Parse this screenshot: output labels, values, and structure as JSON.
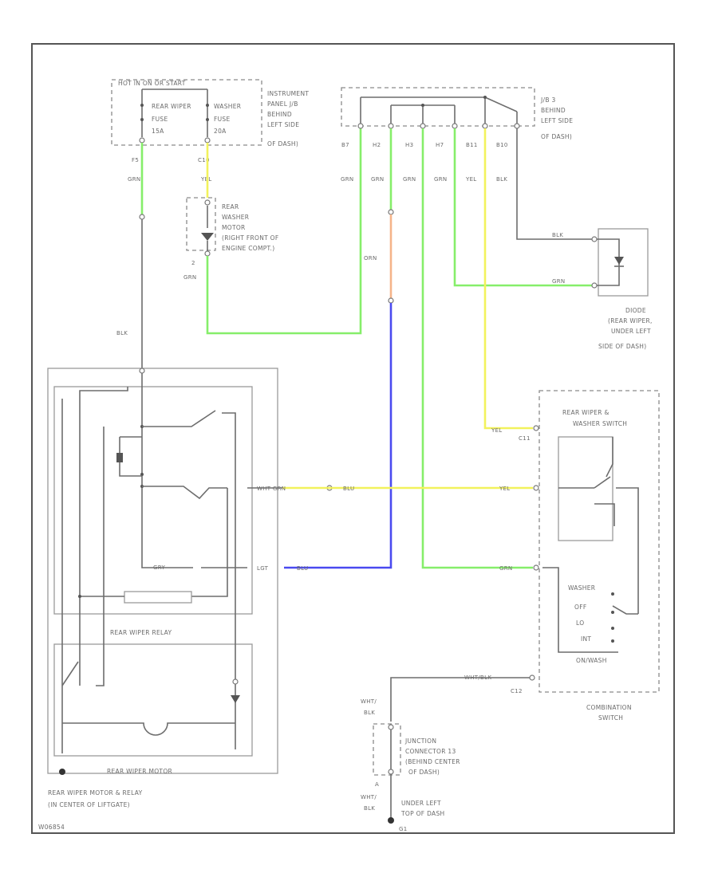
{
  "fuse_box": {
    "header": "HOT IN ON OR START",
    "fuse1": "REAR WIPER",
    "fuse1_a": "FUSE",
    "fuse1_b": "15A",
    "fuse2": "WASHER",
    "fuse2_a": "FUSE",
    "fuse2_b": "20A",
    "location_1": "INSTRUMENT",
    "location_2": "PANEL J/B",
    "location_3": "BEHIND",
    "location_4": "LEFT SIDE",
    "location_5": "OF DASH)",
    "pin_f5": "F5",
    "pin_c10": "C10",
    "wire_grn": "GRN",
    "wire_yel": "YEL"
  },
  "jb": {
    "label_1": "J/B 3",
    "label_2": "BEHIND",
    "label_3": "LEFT SIDE",
    "label_4": "OF DASH)",
    "pins": [
      "B7",
      "H2",
      "H3",
      "H7",
      "B11",
      "B10"
    ],
    "wires": [
      "GRN",
      "GRN",
      "GRN",
      "GRN",
      "YEL",
      "BLK"
    ]
  },
  "washer_motor": {
    "l1": "REAR",
    "l2": "WASHER",
    "l3": "MOTOR",
    "l4": "(RIGHT FRONT OF",
    "l5": "ENGINE COMPT.)",
    "pin2": "2",
    "wire": "GRN"
  },
  "diode": {
    "wire_blk": "BLK",
    "wire_grn": "GRN",
    "l1": "DIODE",
    "l2": "(REAR WIPER,",
    "l3": "UNDER LEFT",
    "l4": "SIDE OF DASH)"
  },
  "relay_wiring": {
    "blk": "BLK",
    "gry": "GRY",
    "wht_grn": "WHT  GRN",
    "blu": "BLU",
    "lgt": "LGT"
  },
  "motor_relay": {
    "relay_label": "REAR WIPER RELAY",
    "motor_label": "REAR WIPER MOTOR",
    "assembly_1": "REAR WIPER MOTOR & RELAY",
    "assembly_2": "(IN CENTER OF LIFTGATE)"
  },
  "combo_switch": {
    "title_1": "REAR WIPER &",
    "title_2": "WASHER SWITCH",
    "pin_c11": "C11",
    "pin_c12": "C12",
    "wire_yel_top": "YEL",
    "wire_yel": "YEL",
    "wire_grn": "GRN",
    "wire_wht_blk": "WHT/BLK",
    "washer": "WASHER",
    "off": "OFF",
    "lo": "LO",
    "int": "INT",
    "on_wash": "ON/WASH",
    "label_1": "COMBINATION",
    "label_2": "SWITCH"
  },
  "junction": {
    "wire_top_1": "WHT/",
    "wire_top_2": "BLK",
    "l1": "JUNCTION",
    "l2": "CONNECTOR 13",
    "l3": "(BEHIND CENTER",
    "l4": "OF DASH)",
    "pin_a": "A",
    "wire_bot_1": "WHT/",
    "wire_bot_2": "BLK",
    "ground_1": "UNDER LEFT",
    "ground_2": "TOP OF DASH",
    "ground_id": "G1"
  },
  "footer_code": "W06854"
}
